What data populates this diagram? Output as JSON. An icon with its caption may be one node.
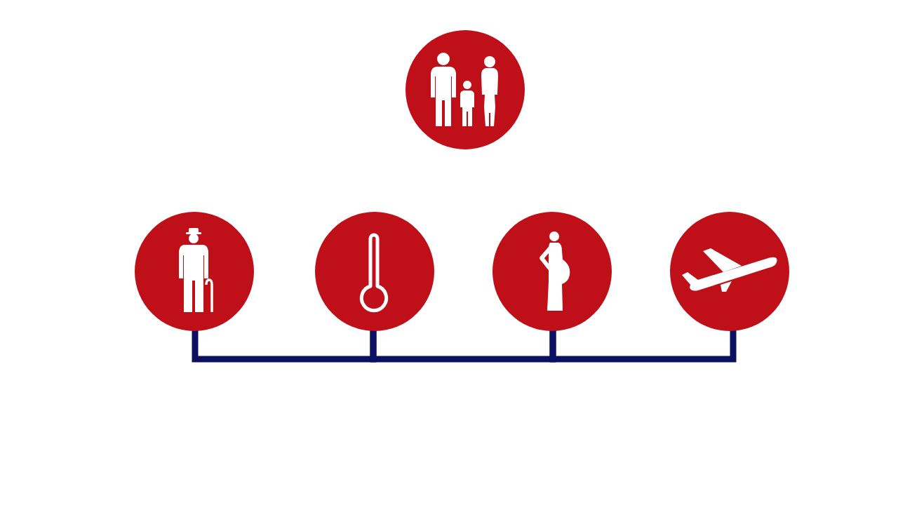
{
  "diagram": {
    "nodes": [
      {
        "text": [],
        "shape": "circle"
      },
      {
        "text": [],
        "shape": "circle"
      },
      {
        "text": [],
        "shape": "circle"
      },
      {
        "text": [],
        "shape": "circle"
      },
      {
        "text": [],
        "shape": "circle"
      }
    ],
    "edges": [
      {
        "from": 1,
        "to": 2,
        "arrow": "none"
      },
      {
        "from": 2,
        "to": 3,
        "arrow": "none"
      },
      {
        "from": 3,
        "to": 4,
        "arrow": "none"
      }
    ]
  }
}
